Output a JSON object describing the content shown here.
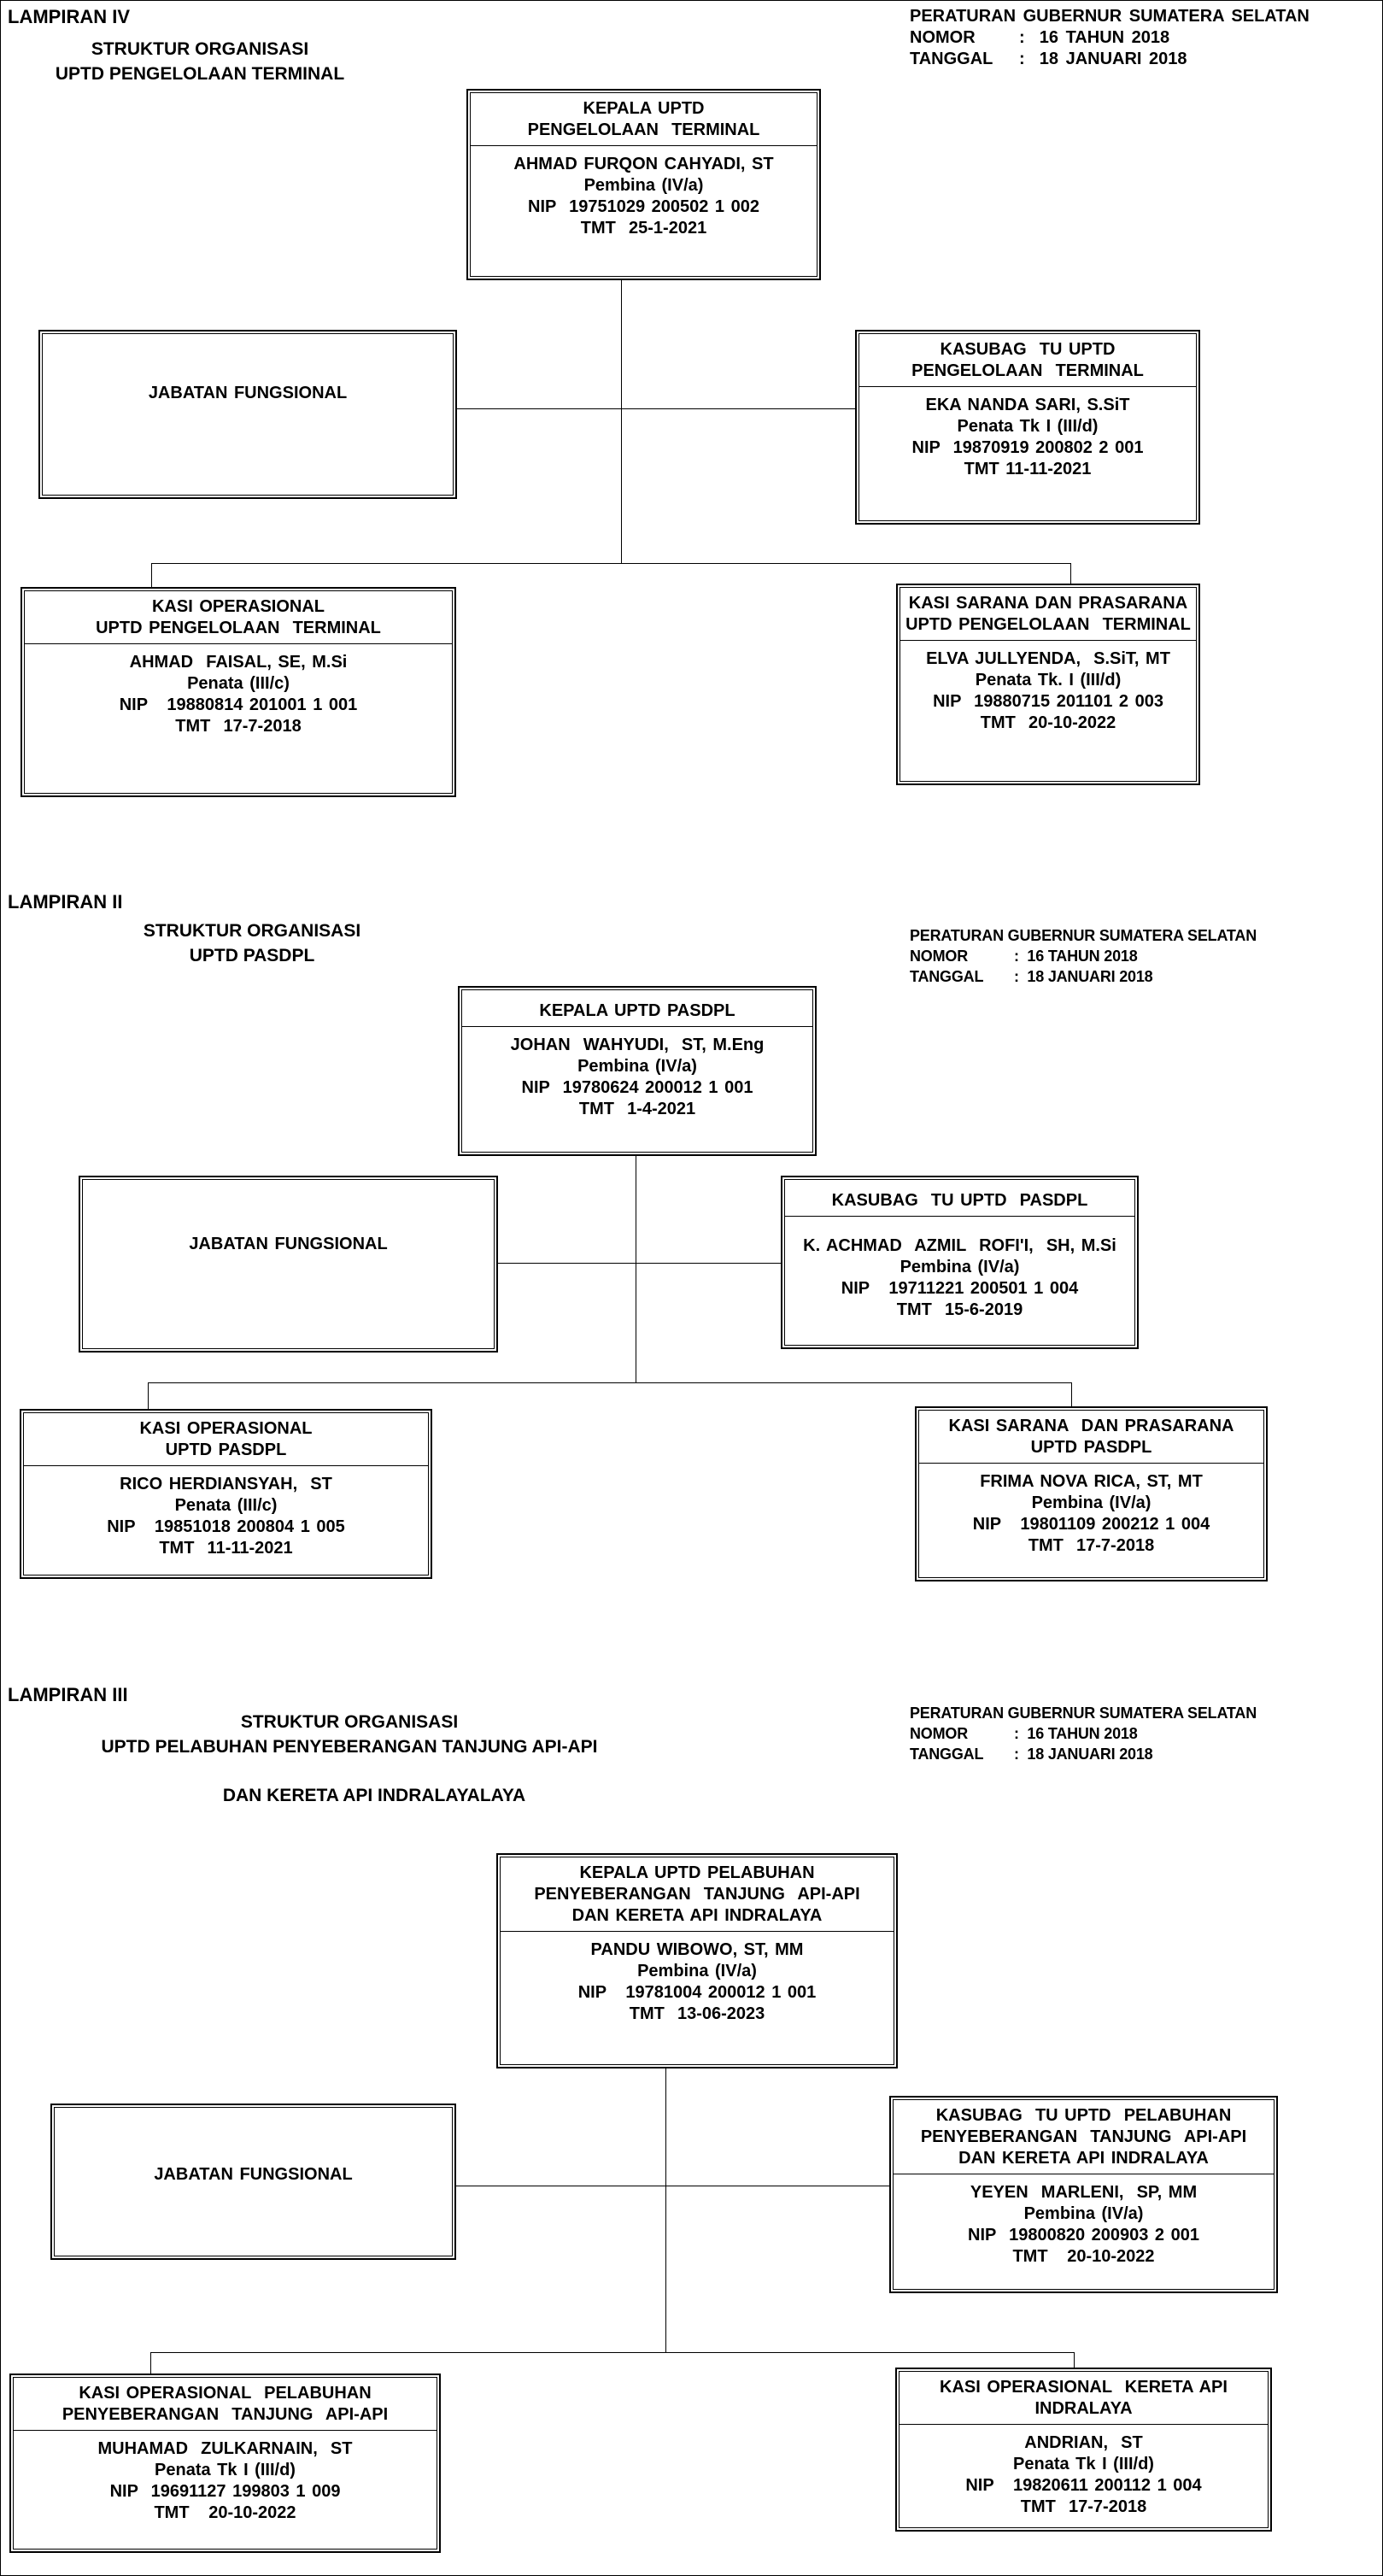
{
  "sections": [
    {
      "lampiran": "LAMPIRAN IV",
      "heading": [
        "STRUKTUR ORGANISASI",
        "UPTD PENGELOLAAN TERMINAL"
      ],
      "decree": {
        "title": "PERATURAN GUBERNUR SUMATERA SELATAN",
        "nomor_label": "NOMOR",
        "nomor_value": ":  16 TAHUN 2018",
        "tanggal_label": "TANGGAL",
        "tanggal_value": ":  18 JANUARI 2018"
      },
      "kepala": {
        "title": [
          "KEPALA UPTD",
          "PENGELOLAAN  TERMINAL"
        ],
        "name": "AHMAD FURQON CAHYADI, ST",
        "rank": "Pembina (IV/a)",
        "nip": "NIP  19751029 200502 1 002",
        "tmt": "TMT  25-1-2021"
      },
      "jf": "JABATAN FUNGSIONAL",
      "kasubag": {
        "title": [
          "KASUBAG  TU UPTD",
          "PENGELOLAAN  TERMINAL"
        ],
        "name": "EKA NANDA SARI, S.SiT",
        "rank": "Penata Tk I (III/d)",
        "nip": "NIP  19870919 200802 2 001",
        "tmt": "TMT 11-11-2021"
      },
      "kasi_left": {
        "title": [
          "KASI OPERASIONAL",
          "UPTD PENGELOLAAN  TERMINAL"
        ],
        "name": "AHMAD  FAISAL, SE, M.Si",
        "rank": "Penata (III/c)",
        "nip": "NIP   19880814 201001 1 001",
        "tmt": "TMT  17-7-2018"
      },
      "kasi_right": {
        "title": [
          "KASI SARANA DAN PRASARANA",
          "UPTD PENGELOLAAN  TERMINAL"
        ],
        "name": "ELVA JULLYENDA,  S.SiT, MT",
        "rank": "Penata Tk. I (III/d)",
        "nip": "NIP  19880715 201101 2 003",
        "tmt": "TMT  20-10-2022"
      }
    },
    {
      "lampiran": "LAMPIRAN II",
      "heading": [
        "STRUKTUR ORGANISASI",
        "UPTD PASDPL"
      ],
      "decree": {
        "title": "PERATURAN GUBERNUR SUMATERA SELATAN",
        "nomor_label": "NOMOR",
        "nomor_value": ":  16 TAHUN 2018",
        "tanggal_label": "TANGGAL",
        "tanggal_value": ":  18 JANUARI 2018"
      },
      "kepala": {
        "title": [
          "KEPALA UPTD PASDPL"
        ],
        "name": "JOHAN  WAHYUDI,  ST, M.Eng",
        "rank": "Pembina (IV/a)",
        "nip": "NIP  19780624 200012 1 001",
        "tmt": "TMT  1-4-2021"
      },
      "jf": "JABATAN FUNGSIONAL",
      "kasubag": {
        "title": [
          "KASUBAG  TU UPTD  PASDPL"
        ],
        "name": "K. ACHMAD  AZMIL  ROFI'I,  SH, M.Si",
        "rank": "Pembina (IV/a)",
        "nip": "NIP   19711221 200501 1 004",
        "tmt": "TMT  15-6-2019"
      },
      "kasi_left": {
        "title": [
          "KASI OPERASIONAL",
          "UPTD PASDPL"
        ],
        "name": "RICO HERDIANSYAH,  ST",
        "rank": "Penata (III/c)",
        "nip": "NIP   19851018 200804 1 005",
        "tmt": "TMT  11-11-2021"
      },
      "kasi_right": {
        "title": [
          "KASI SARANA  DAN PRASARANA",
          "UPTD PASDPL"
        ],
        "name": "FRIMA NOVA RICA, ST, MT",
        "rank": "Pembina (IV/a)",
        "nip": "NIP   19801109 200212 1 004",
        "tmt": "TMT  17-7-2018"
      }
    },
    {
      "lampiran": "LAMPIRAN III",
      "heading": [
        "STRUKTUR ORGANISASI",
        "UPTD PELABUHAN PENYEBERANGAN TANJUNG API-API"
      ],
      "heading_extra": "DAN KERETA API INDRALAYALAYA",
      "decree": {
        "title": "PERATURAN GUBERNUR SUMATERA SELATAN",
        "nomor_label": "NOMOR",
        "nomor_value": ":  16 TAHUN 2018",
        "tanggal_label": "TANGGAL",
        "tanggal_value": ":  18 JANUARI 2018"
      },
      "kepala": {
        "title": [
          "KEPALA UPTD PELABUHAN",
          "PENYEBERANGAN  TANJUNG  API-API",
          "DAN KERETA API INDRALAYA"
        ],
        "name": "PANDU WIBOWO, ST, MM",
        "rank": "Pembina (IV/a)",
        "nip": "NIP   19781004 200012 1 001",
        "tmt": "TMT  13-06-2023"
      },
      "jf": "JABATAN FUNGSIONAL",
      "kasubag": {
        "title": [
          "KASUBAG  TU UPTD  PELABUHAN",
          "PENYEBERANGAN  TANJUNG  API-API",
          "DAN KERETA API INDRALAYA"
        ],
        "name": "YEYEN  MARLENI,  SP, MM",
        "rank": "Pembina (IV/a)",
        "nip": "NIP  19800820 200903 2 001",
        "tmt": "TMT   20-10-2022"
      },
      "kasi_left": {
        "title": [
          "KASI OPERASIONAL  PELABUHAN",
          "PENYEBERANGAN  TANJUNG  API-API"
        ],
        "name": "MUHAMAD  ZULKARNAIN,  ST",
        "rank": "Penata Tk I (III/d)",
        "nip": "NIP  19691127 199803 1 009",
        "tmt": "TMT   20-10-2022"
      },
      "kasi_right": {
        "title": [
          "KASI OPERASIONAL  KERETA API",
          "INDRALAYA"
        ],
        "name": "ANDRIAN,  ST",
        "rank": "Penata Tk I (III/d)",
        "nip": "NIP   19820611 200112 1 004",
        "tmt": "TMT  17-7-2018"
      }
    }
  ]
}
